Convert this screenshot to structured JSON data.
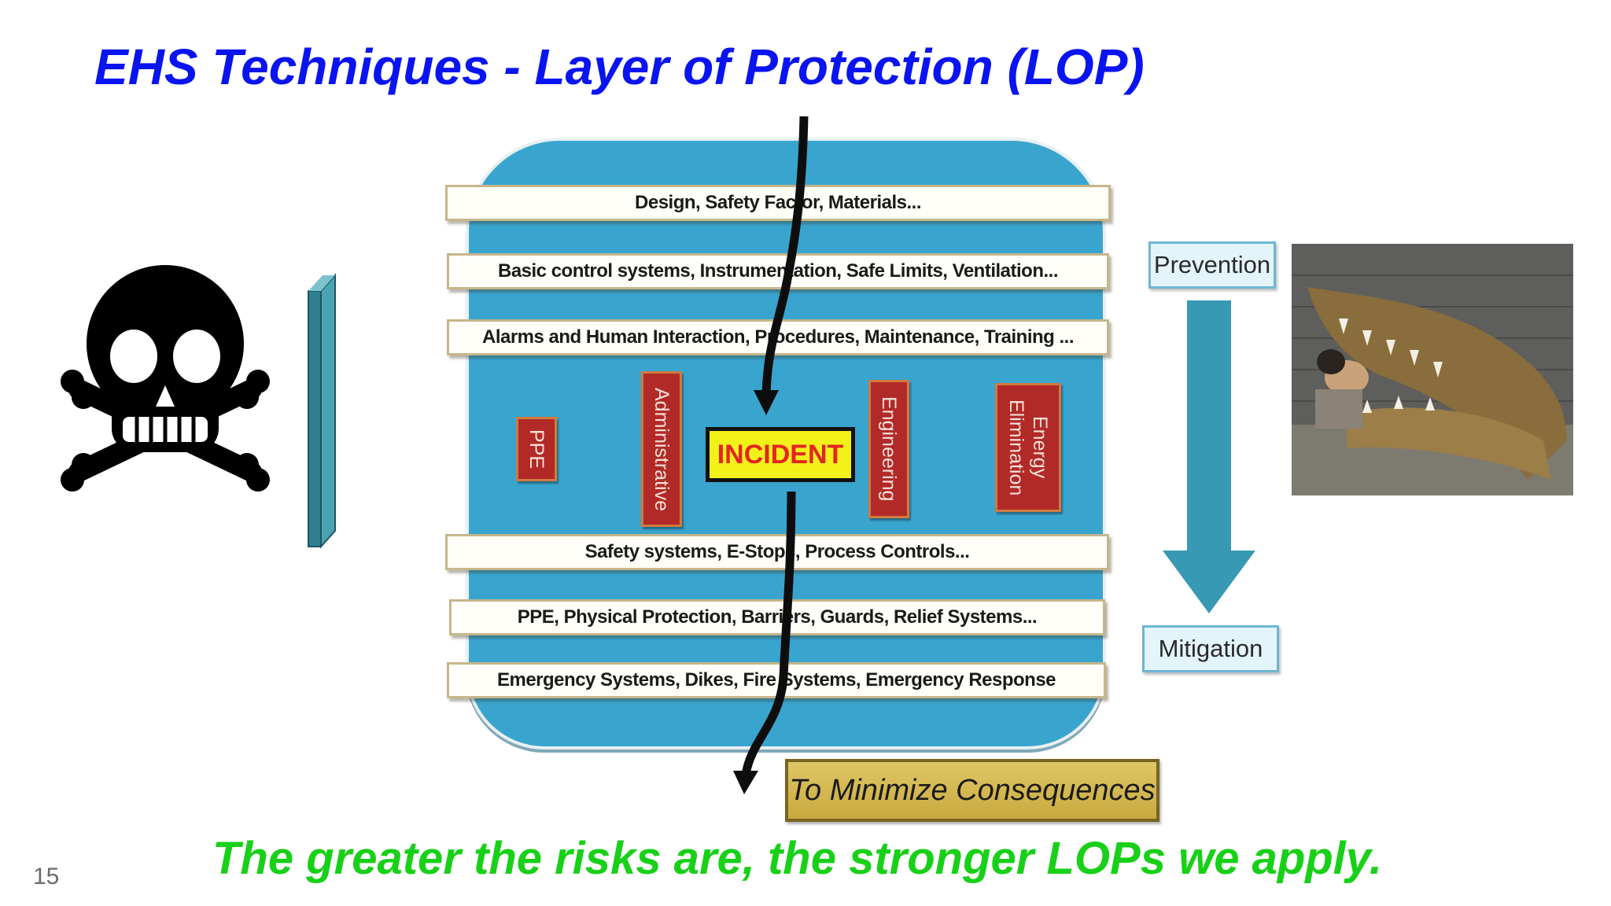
{
  "slide": {
    "title": "EHS Techniques - Layer of Protection (LOP)",
    "footer": "The greater the risks are, the stronger LOPs we apply.",
    "page_number": "15"
  },
  "diagram": {
    "layers_top": [
      "Design, Safety Factor, Materials...",
      "Basic control systems, Instrumentation, Safe Limits, Ventilation...",
      "Alarms and Human Interaction, Procedures, Maintenance, Training ..."
    ],
    "layers_bottom": [
      "Safety systems, E-Stops, Process Controls...",
      "PPE, Physical Protection, Barriers, Guards, Relief Systems...",
      "Emergency Systems, Dikes, Fire Systems, Emergency Response"
    ],
    "controls": [
      "PPE",
      "Administrative",
      "Engineering",
      "Energy Elimination"
    ],
    "incident": "INCIDENT",
    "prevention": "Prevention",
    "mitigation": "Mitigation",
    "consequence": "To Minimize Consequences"
  },
  "colors": {
    "title": "#0a14f0",
    "footer": "#18d018",
    "shield": "#39a5cf",
    "control_box": "#b22a27",
    "incident_bg": "#f3f11a",
    "incident_text": "#e52520"
  },
  "icons": {
    "hazard": "skull-crossbones-icon",
    "hazard_photo": "crocodile-photo"
  }
}
